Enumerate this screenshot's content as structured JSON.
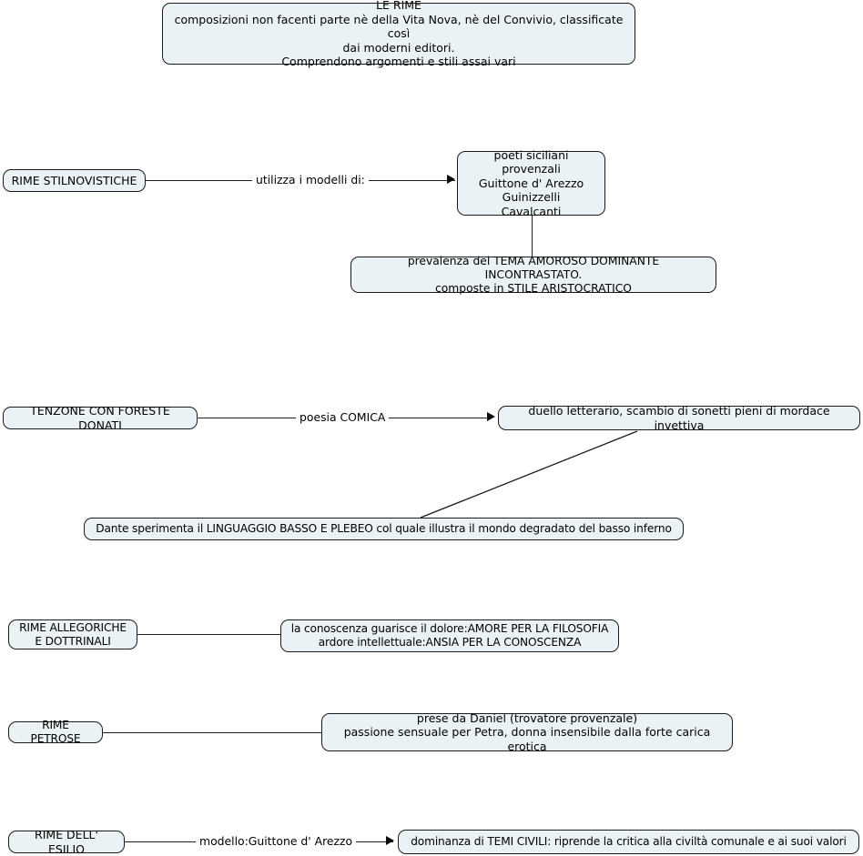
{
  "diagram": {
    "type": "concept-map",
    "title_node": {
      "heading": "LE RIME",
      "body": "composizioni non facenti parte nè della Vita Nova, nè del Convivio, classificate così\ndai moderni editori.\nComprendono argomenti e stili assai vari",
      "full_text": "LE RIME\ncomposizioni non facenti parte nè della Vita Nova, nè del Convivio, classificate così\ndai moderni editori.\nComprendono argomenti e stili assai vari"
    },
    "sections": [
      {
        "id": "stilnovistiche",
        "source_label": "RIME STILNOVISTICHE",
        "edge_label": "utilizza i modelli di:",
        "target_label": "poeti siciliani provenzali\nGuittone d' Arezzo\nGuinizzelli\nCavalcanti",
        "sub_label": "prevalenza del TEMA AMOROSO DOMINANTE INCONTRASTATO.\ncomposte in STILE ARISTOCRATICO"
      },
      {
        "id": "tenzone",
        "source_label": "TENZONE CON FORESTE DONATI",
        "edge_label": "poesia COMICA",
        "target_label": "duello letterario, scambio di sonetti pieni di mordace invettiva",
        "sub_label": "Dante sperimenta il LINGUAGGIO BASSO E PLEBEO col quale illustra il mondo degradato del basso inferno"
      },
      {
        "id": "allegoriche",
        "source_label": "RIME ALLEGORICHE\nE DOTTRINALI",
        "edge_label": "",
        "target_label": "la conoscenza guarisce il dolore:AMORE PER LA FILOSOFIA\nardore intellettuale:ANSIA PER LA CONOSCENZA"
      },
      {
        "id": "petrose",
        "source_label": "RIME PETROSE",
        "edge_label": "",
        "target_label": "prese da Daniel (trovatore provenzale)\npassione sensuale per Petra, donna insensibile dalla forte carica erotica"
      },
      {
        "id": "esilio",
        "source_label": "RIME DELL' ESILIO",
        "edge_label": "modello:Guittone d' Arezzo",
        "target_label": "dominanza di TEMI CIVILI: riprende la critica alla civiltà comunale e ai suoi valori"
      }
    ],
    "colors": {
      "node_fill": "#eaf2f5",
      "node_border": "#1b1b1b",
      "connector": "#202020",
      "text": "#000000",
      "background": "#ffffff"
    }
  }
}
